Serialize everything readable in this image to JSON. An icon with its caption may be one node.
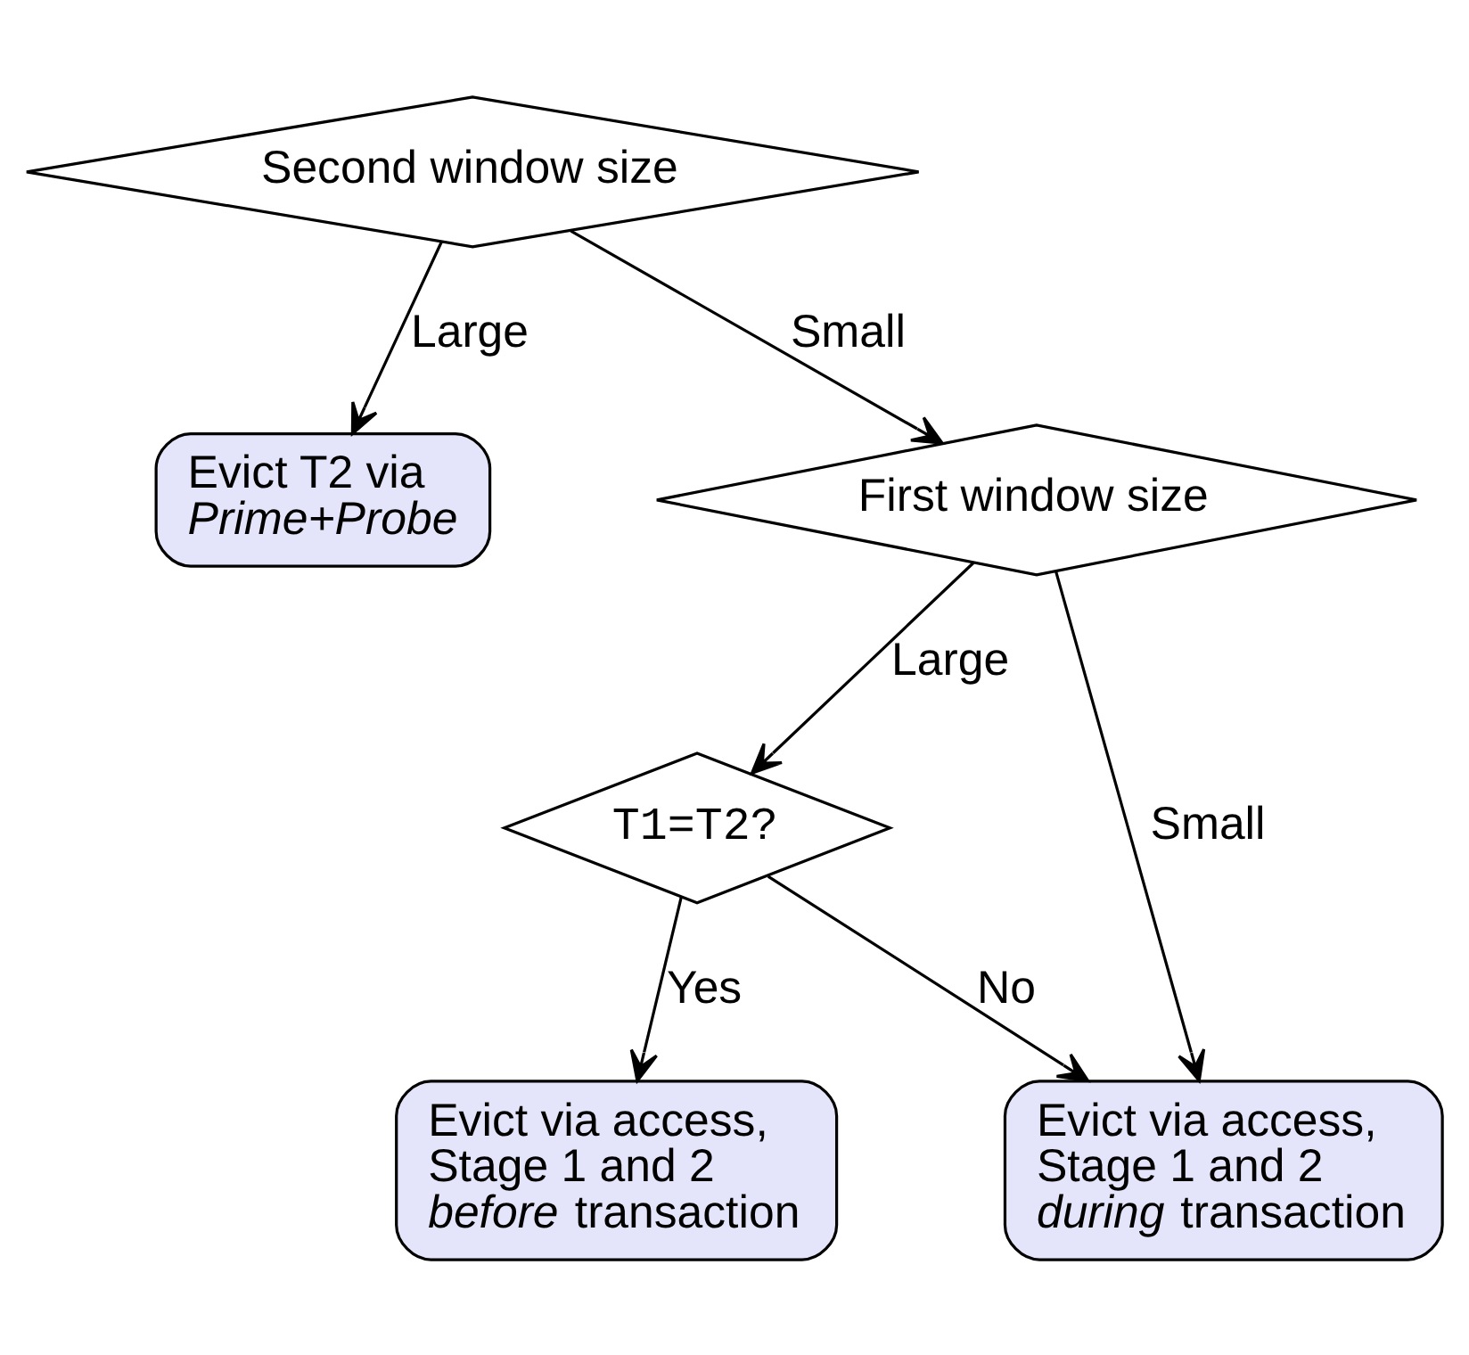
{
  "diagram": {
    "nodes": [
      {
        "text": [
          "Second window size"
        ]
      },
      {
        "text": [
          "Evict T2 via *Prime+Probe*"
        ]
      },
      {
        "text": [
          "First window size"
        ]
      },
      {
        "text": [
          "T1=T2?"
        ]
      },
      {
        "text": [
          "Evict via access, Stage 1 and 2 *before* transaction"
        ]
      },
      {
        "text": [
          "Evict via access, Stage 1 and 2 *during* transaction"
        ]
      }
    ],
    "edges": [
      {
        "from": 0,
        "to": 1,
        "arrow": "to",
        "label": "Large"
      },
      {
        "from": 0,
        "to": 2,
        "arrow": "to",
        "label": "Small"
      },
      {
        "from": 2,
        "to": 3,
        "arrow": "to",
        "label": "Large"
      },
      {
        "from": 2,
        "to": 5,
        "arrow": "to",
        "label": "Small"
      },
      {
        "from": 3,
        "to": 4,
        "arrow": "to",
        "label": "Yes"
      },
      {
        "from": 3,
        "to": 5,
        "arrow": "to",
        "label": "No"
      }
    ]
  }
}
